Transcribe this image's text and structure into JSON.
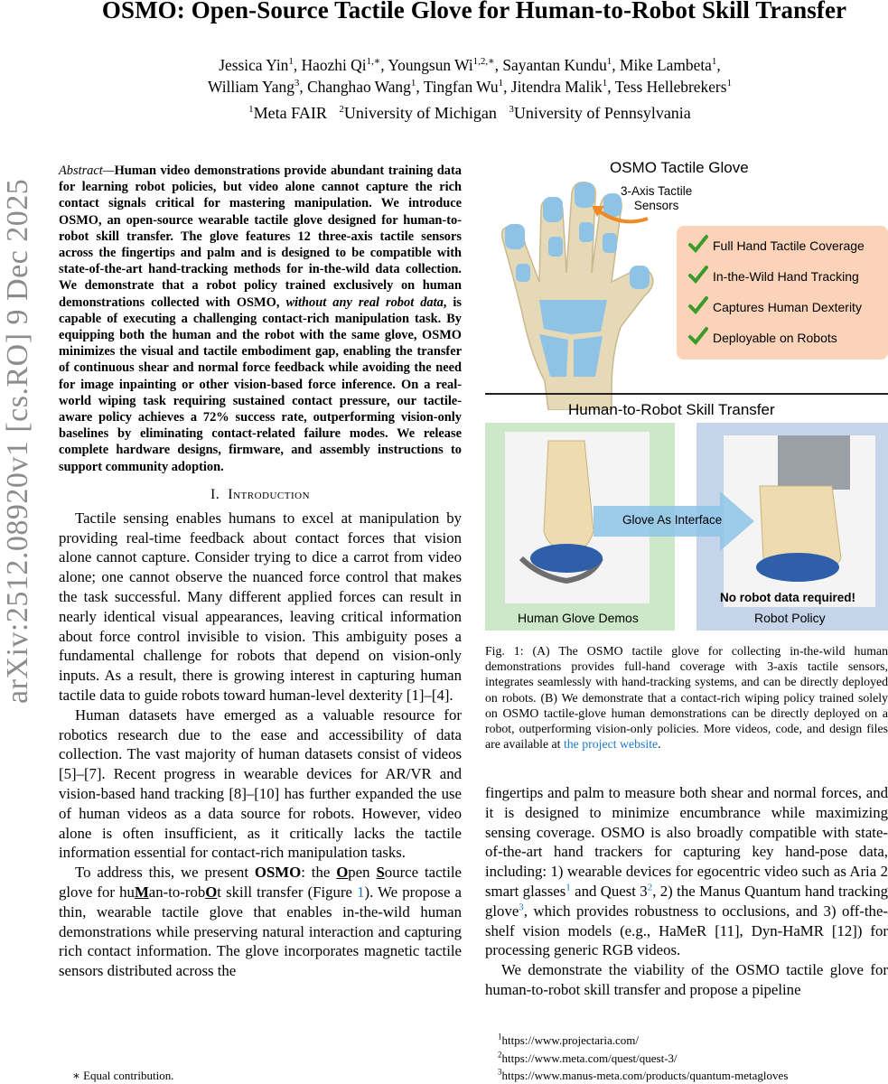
{
  "title": "OSMO: Open-Source Tactile Glove for Human-to-Robot Skill Transfer",
  "authors": {
    "line1": [
      {
        "name": "Jessica Yin",
        "sup": "1"
      },
      {
        "name": "Haozhi Qi",
        "sup": "1,∗"
      },
      {
        "name": "Youngsun Wi",
        "sup": "1,2,∗"
      },
      {
        "name": "Sayantan Kundu",
        "sup": "1"
      },
      {
        "name": "Mike Lambeta",
        "sup": "1"
      }
    ],
    "line2": [
      {
        "name": "William Yang",
        "sup": "3"
      },
      {
        "name": "Changhao Wang",
        "sup": "1"
      },
      {
        "name": "Tingfan Wu",
        "sup": "1"
      },
      {
        "name": "Jitendra Malik",
        "sup": "1"
      },
      {
        "name": "Tess Hellebrekers",
        "sup": "1"
      }
    ]
  },
  "affiliations": [
    {
      "sup": "1",
      "name": "Meta FAIR"
    },
    {
      "sup": "2",
      "name": "University of Michigan"
    },
    {
      "sup": "3",
      "name": "University of Pennsylvania"
    }
  ],
  "arxiv_stamp": "arXiv:2512.08920v1  [cs.RO]  9 Dec 2025",
  "abstract": {
    "lead": "Abstract",
    "part1": "Human video demonstrations provide abundant training data for learning robot policies, but video alone cannot capture the rich contact signals critical for mastering manipulation. We introduce OSMO, an open-source wearable tactile glove designed for human-to-robot skill transfer. The glove features 12 three-axis tactile sensors across the fingertips and palm and is designed to be compatible with state-of-the-art hand-tracking methods for in-the-wild data collection. We demonstrate that a robot policy trained exclusively on human demonstrations collected with OSMO,",
    "emph": "without any real robot data",
    "part2": ", is capable of executing a challenging contact-rich manipulation task. By equipping both the human and the robot with the same glove, OSMO minimizes the visual and tactile embodiment gap, enabling the transfer of continuous shear and normal force feedback while avoiding the need for image inpainting or other vision-based force inference. On a real-world wiping task requiring sustained contact pressure, our tactile-aware policy achieves a 72% success rate, outperforming vision-only baselines by eliminating contact-related failure modes. We release complete hardware designs, firmware, and assembly instructions to support community adoption."
  },
  "section1": {
    "number": "I.",
    "title": "Introduction"
  },
  "intro_p1": "Tactile sensing enables humans to excel at manipulation by providing real-time feedback about contact forces that vision alone cannot capture. Consider trying to dice a carrot from video alone; one cannot observe the nuanced force control that makes the task successful. Many different applied forces can result in nearly identical visual appearances, leaving critical information about force control invisible to vision. This ambiguity poses a fundamental challenge for robots that depend on vision-only inputs. As a result, there is growing interest in capturing human tactile data to guide robots toward human-level dexterity [1]–[4].",
  "intro_p2": "Human datasets have emerged as a valuable resource for robotics research due to the ease and accessibility of data collection. The vast majority of human datasets consist of videos [5]–[7]. Recent progress in wearable devices for AR/VR and vision-based hand tracking [8]–[10] has further expanded the use of human videos as a data source for robots. However, video alone is often insufficient, as it critically lacks the tactile information essential for contact-rich manipulation tasks.",
  "intro_p3": {
    "a": "To address this, we present ",
    "osmo": "OSMO",
    "b": ": the ",
    "tail": " skill transfer (Figure ",
    "figref": "1",
    "c": "). We propose a thin, wearable tactile glove that enables in-the-wild human demonstrations while preserving natural interaction and capturing rich contact information. The glove incorporates magnetic tactile sensors distributed across the"
  },
  "footnote_equal": "∗ Equal contribution.",
  "figure": {
    "top_title": "OSMO Tactile Glove",
    "sensor_label_1": "3-Axis Tactile",
    "sensor_label_2": "Sensors",
    "features": [
      "Full Hand Tactile Coverage",
      "In-the-Wild Hand Tracking",
      "Captures Human Dexterity",
      "Deployable on Robots"
    ],
    "bottom_title": "Human-to-Robot Skill Transfer",
    "arrow_label": "Glove As Interface",
    "left_caption": "Human Glove Demos",
    "right_caption": "Robot Policy",
    "no_robot_data": "No robot data required!",
    "colors": {
      "sensor": "#8fc3e6",
      "features_bg": "#fbd3b9",
      "check": "#3a9b2a",
      "arrow": "#8dc3e8",
      "left_panel": "#cde8c8",
      "right_panel": "#c6d4ea"
    }
  },
  "caption": {
    "text": "Fig. 1: (A) The OSMO tactile glove for collecting in-the-wild human demonstrations provides full-hand coverage with 3-axis tactile sensors, integrates seamlessly with hand-tracking systems, and can be directly deployed on robots. (B) We demonstrate that a contact-rich wiping policy trained solely on OSMO tactile-glove human demonstrations can be directly deployed on a robot, outperforming vision-only policies. More videos, code, and design files are available at ",
    "link": "the project website",
    "end": "."
  },
  "right_p1": {
    "a": "fingertips and palm to measure both shear and normal forces, and it is designed to minimize encumbrance while maximizing sensing coverage. OSMO is also broadly compatible with state-of-the-art hand trackers for capturing key hand-pose data, including: 1) wearable devices for egocentric video such as Aria 2 smart glasses",
    "fn1": "1",
    "b": " and Quest 3",
    "fn2": "2",
    "c": ", 2) the Manus Quantum hand tracking glove",
    "fn3": "3",
    "d": ", which provides robustness to occlusions, and 3) off-the-shelf vision models (e.g., HaMeR [11], Dyn-HaMR [12]) for processing generic RGB videos."
  },
  "right_p2": "We demonstrate the viability of the OSMO tactile glove for human-to-robot skill transfer and propose a pipeline",
  "footnotes": [
    {
      "n": "1",
      "url": "https://www.projectaria.com/"
    },
    {
      "n": "2",
      "url": "https://www.meta.com/quest/quest-3/"
    },
    {
      "n": "3",
      "url": "https://www.manus-meta.com/products/quantum-metagloves"
    }
  ]
}
